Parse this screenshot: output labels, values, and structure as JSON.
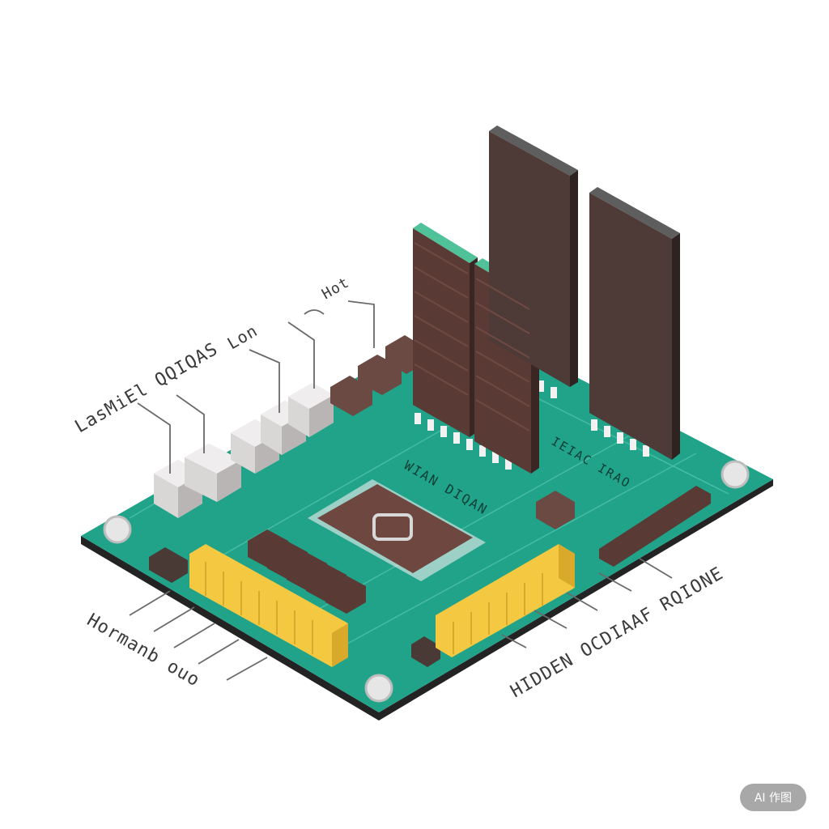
{
  "labels": {
    "top_left_1": "LasMiEl QQIQAS",
    "top_left_2": "Lon",
    "top_left_3": "Hot",
    "bottom_left": "Hormanb ouo",
    "bottom_right": "HIDDEN OCDIAAF RQIONE",
    "board_upper_center": "WIAN DIQAN",
    "board_right": "IEIAC IRAO"
  },
  "watermark": "AI 作图",
  "colors": {
    "board": "#21a38a",
    "board_edge": "#1b1b1b",
    "ram": "#5a3a34",
    "ram_top": "#4fc29a",
    "chip": "#6b4a43",
    "cpu": "#6e4741",
    "slot_yellow": "#f5c842",
    "white_port": "#d9d6d6"
  }
}
